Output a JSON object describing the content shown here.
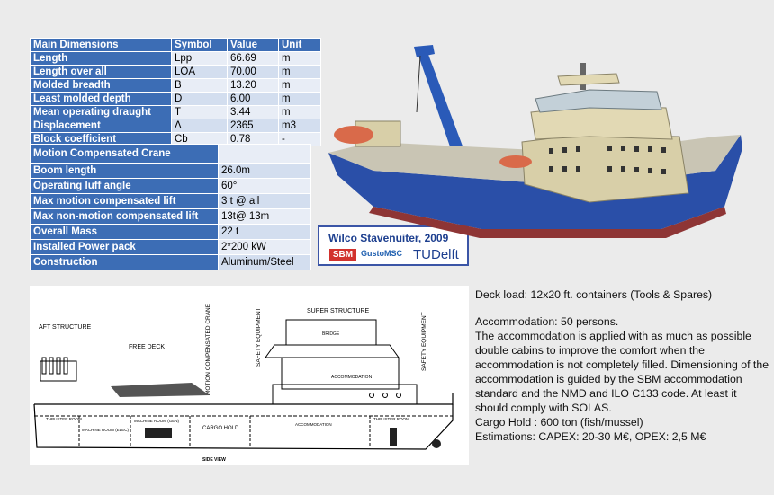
{
  "dimensions": {
    "headers": [
      "Main Dimensions",
      "Symbol",
      "Value",
      "Unit"
    ],
    "rows": [
      {
        "label": "Length",
        "symbol": "Lpp",
        "value": "66.69",
        "unit": "m"
      },
      {
        "label": "Length over all",
        "symbol": "LOA",
        "value": "70.00",
        "unit": "m"
      },
      {
        "label": "Molded breadth",
        "symbol": "B",
        "value": "13.20",
        "unit": "m"
      },
      {
        "label": "Least molded depth",
        "symbol": "D",
        "value": "6.00",
        "unit": "m"
      },
      {
        "label": "Mean operating draught",
        "symbol": "T",
        "value": "3.44",
        "unit": "m"
      },
      {
        "label": "Displacement",
        "symbol": "Δ",
        "value": "2365",
        "unit": "m3"
      },
      {
        "label": "Block coefficient",
        "symbol": "Cb",
        "value": "0.78",
        "unit": "-"
      }
    ]
  },
  "crane": {
    "title": "Motion Compensated Crane",
    "rows": [
      {
        "label": "Boom length",
        "value": "26.0m"
      },
      {
        "label": "Operating luff angle",
        "value": "60°"
      },
      {
        "label": "Max motion compensated lift",
        "value": "3 t @ all"
      },
      {
        "label": "Max non-motion compensated lift",
        "value": "13t@ 13m"
      },
      {
        "label": "Overall Mass",
        "value": "22 t"
      },
      {
        "label": "Installed Power pack",
        "value": "2*200 kW"
      },
      {
        "label": "Construction",
        "value": "Aluminum/Steel"
      }
    ]
  },
  "credit": {
    "author": "Wilco Stavenuiter, 2009",
    "logo_sbm": "SBM",
    "logo_gusto": "GustoMSC",
    "logo_tudelft": "TUDelft"
  },
  "plan": {
    "aft_structure": "AFT STRUCTURE",
    "free_deck": "FREE DECK",
    "crane": "MOTION COMPENSATED CRANE",
    "safety1": "SAFETY EQUIPMENT",
    "super_structure": "SUPER STRUCTURE",
    "bridge": "BRIDGE",
    "safety2": "SAFETY EQUIPMENT",
    "accommodation": "ACCOMMODATION",
    "accommodation2": "ACCOMMODATION",
    "thruster1": "THRUSTER ROOM",
    "machine_elec": "MACHINE ROOM (ELEC)",
    "machine_gen": "MACHINE ROOM (GEN)",
    "cargo_hold": "CARGO HOLD",
    "thruster2": "THRUSTER ROOM",
    "side_view": "SIDE VIEW"
  },
  "description": {
    "deck_load": "Deck load: 12x20 ft. containers (Tools & Spares)",
    "accommodation_title": "Accommodation: 50 persons.",
    "accommodation_text": "The accommodation is applied with as much as possible double cabins to improve the comfort when the accommodation is not completely filled. Dimensioning of the accommodation is guided by the SBM accommodation standard and the NMD and ILO C133 code. At least it should comply with SOLAS.",
    "cargo_hold": "Cargo Hold : 600 ton (fish/mussel)",
    "estimations": "Estimations: CAPEX: 20-30 M€, OPEX: 2,5 M€"
  },
  "colors": {
    "table_header": "#3c6db5",
    "hull_blue": "#2a4fa8",
    "hull_red": "#8e3535",
    "superstructure": "#d8cfa8"
  }
}
